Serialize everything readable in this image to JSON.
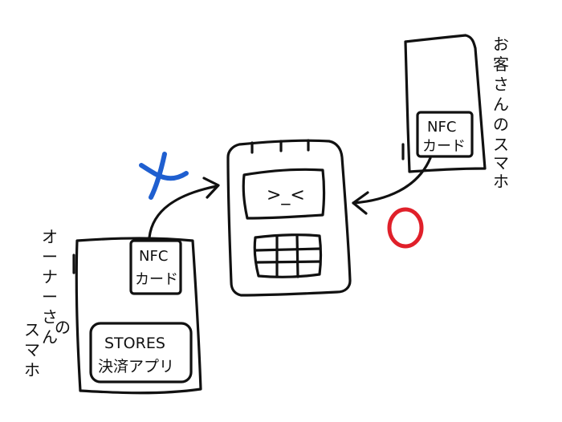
{
  "owner_phone": {
    "label_lines": [
      "オ",
      "ー",
      "ナ",
      "ー",
      "さ",
      "ん",
      "の",
      "ス",
      "マ",
      "ホ"
    ],
    "nfc_card": [
      "NFC",
      "カード"
    ],
    "app_box": [
      "STORES",
      "決済アプリ"
    ]
  },
  "customer_phone": {
    "label_lines": [
      "お",
      "客",
      "さ",
      "ん",
      "の",
      "ス",
      "マ",
      "ホ"
    ],
    "nfc_card": [
      "NFC",
      "カード"
    ]
  },
  "terminal": {
    "screen_face": ">_<"
  },
  "marks": {
    "cross_color": "#1f5fd0",
    "circle_color": "#e0202a"
  }
}
